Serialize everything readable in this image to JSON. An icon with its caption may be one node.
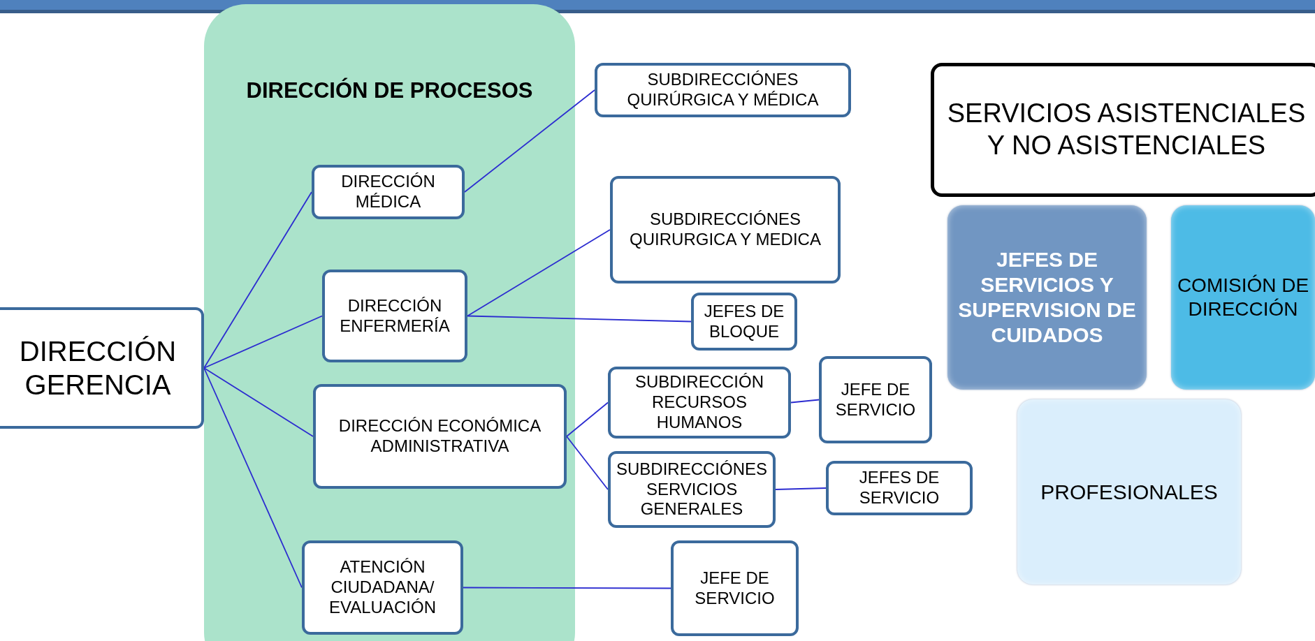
{
  "diagram": {
    "nodes": [
      {
        "text": [
          "DIRECCIÓN GERENCIA"
        ]
      },
      {
        "text": [
          "DIRECCIÓN DE PROCESOS"
        ]
      },
      {
        "text": [
          "DIRECCIÓN MÉDICA"
        ],
        "in": 1
      },
      {
        "text": [
          "DIRECCIÓN ENFERMERÍA"
        ],
        "in": 1
      },
      {
        "text": [
          "DIRECCIÓN ECONÓMICA ADMINISTRATIVA"
        ],
        "in": 1
      },
      {
        "text": [
          "ATENCIÓN CIUDADANA/ EVALUACIÓN"
        ],
        "in": 1
      },
      {
        "text": [
          "SUBDIRECCIÓNES QUIRÚRGICA Y MÉDICA"
        ]
      },
      {
        "text": [
          "SUBDIRECCIÓNES QUIRURGICA Y MEDICA"
        ]
      },
      {
        "text": [
          "JEFES DE BLOQUE"
        ]
      },
      {
        "text": [
          "SUBDIRECCIÓN RECURSOS HUMANOS"
        ]
      },
      {
        "text": [
          "SUBDIRECCIÓNES SERVICIOS GENERALES"
        ]
      },
      {
        "text": [
          "JEFE DE SERVICIO"
        ]
      },
      {
        "text": [
          "JEFES DE SERVICIO"
        ]
      },
      {
        "text": [
          "JEFE DE SERVICIO"
        ]
      },
      {
        "text": [
          "SERVICIOS ASISTENCIALES Y NO ASISTENCIALES"
        ]
      },
      {
        "text": [
          "JEFES DE SERVICIOS Y SUPERVISION DE CUIDADOS"
        ]
      },
      {
        "text": [
          "COMISIÓN DE DIRECCIÓN"
        ]
      },
      {
        "text": [
          "PROFESIONALES"
        ]
      }
    ],
    "edges": [
      {
        "from": 0,
        "to": 2,
        "arrow": "none"
      },
      {
        "from": 0,
        "to": 3,
        "arrow": "none"
      },
      {
        "from": 0,
        "to": 4,
        "arrow": "none"
      },
      {
        "from": 0,
        "to": 5,
        "arrow": "none"
      },
      {
        "from": 2,
        "to": 6,
        "arrow": "none"
      },
      {
        "from": 3,
        "to": 7,
        "arrow": "none"
      },
      {
        "from": 3,
        "to": 8,
        "arrow": "none"
      },
      {
        "from": 4,
        "to": 9,
        "arrow": "none"
      },
      {
        "from": 4,
        "to": 10,
        "arrow": "none"
      },
      {
        "from": 9,
        "to": 11,
        "arrow": "none"
      },
      {
        "from": 10,
        "to": 12,
        "arrow": "none"
      },
      {
        "from": 5,
        "to": 13,
        "arrow": "none"
      }
    ]
  }
}
